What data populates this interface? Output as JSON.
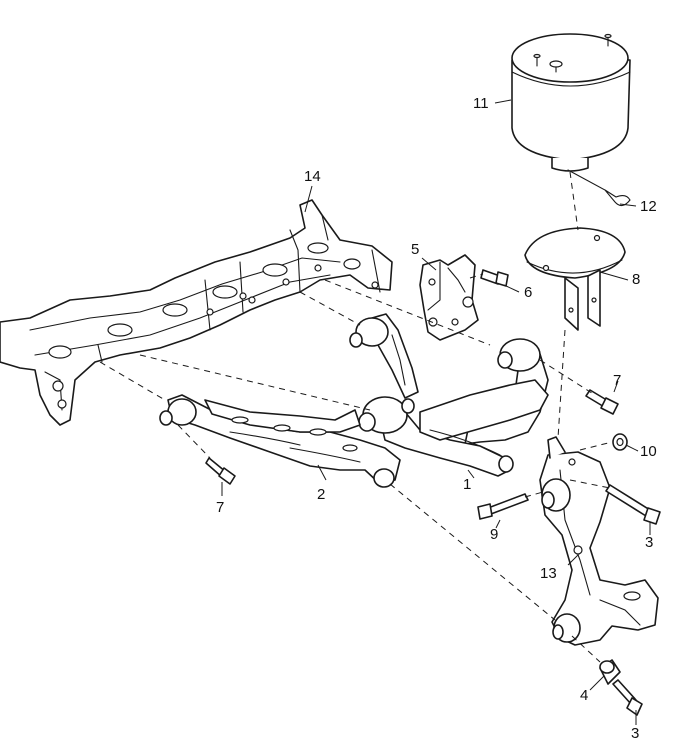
{
  "callouts": {
    "c1": "1",
    "c2": "2",
    "c3a": "3",
    "c3b": "3",
    "c4": "4",
    "c5": "5",
    "c6": "6",
    "c7a": "7",
    "c7b": "7",
    "c8": "8",
    "c9": "9",
    "c10": "10",
    "c11": "11",
    "c12": "12",
    "c13": "13",
    "c14": "14"
  },
  "colors": {
    "line": "#1a1a1a",
    "background": "#ffffff"
  }
}
